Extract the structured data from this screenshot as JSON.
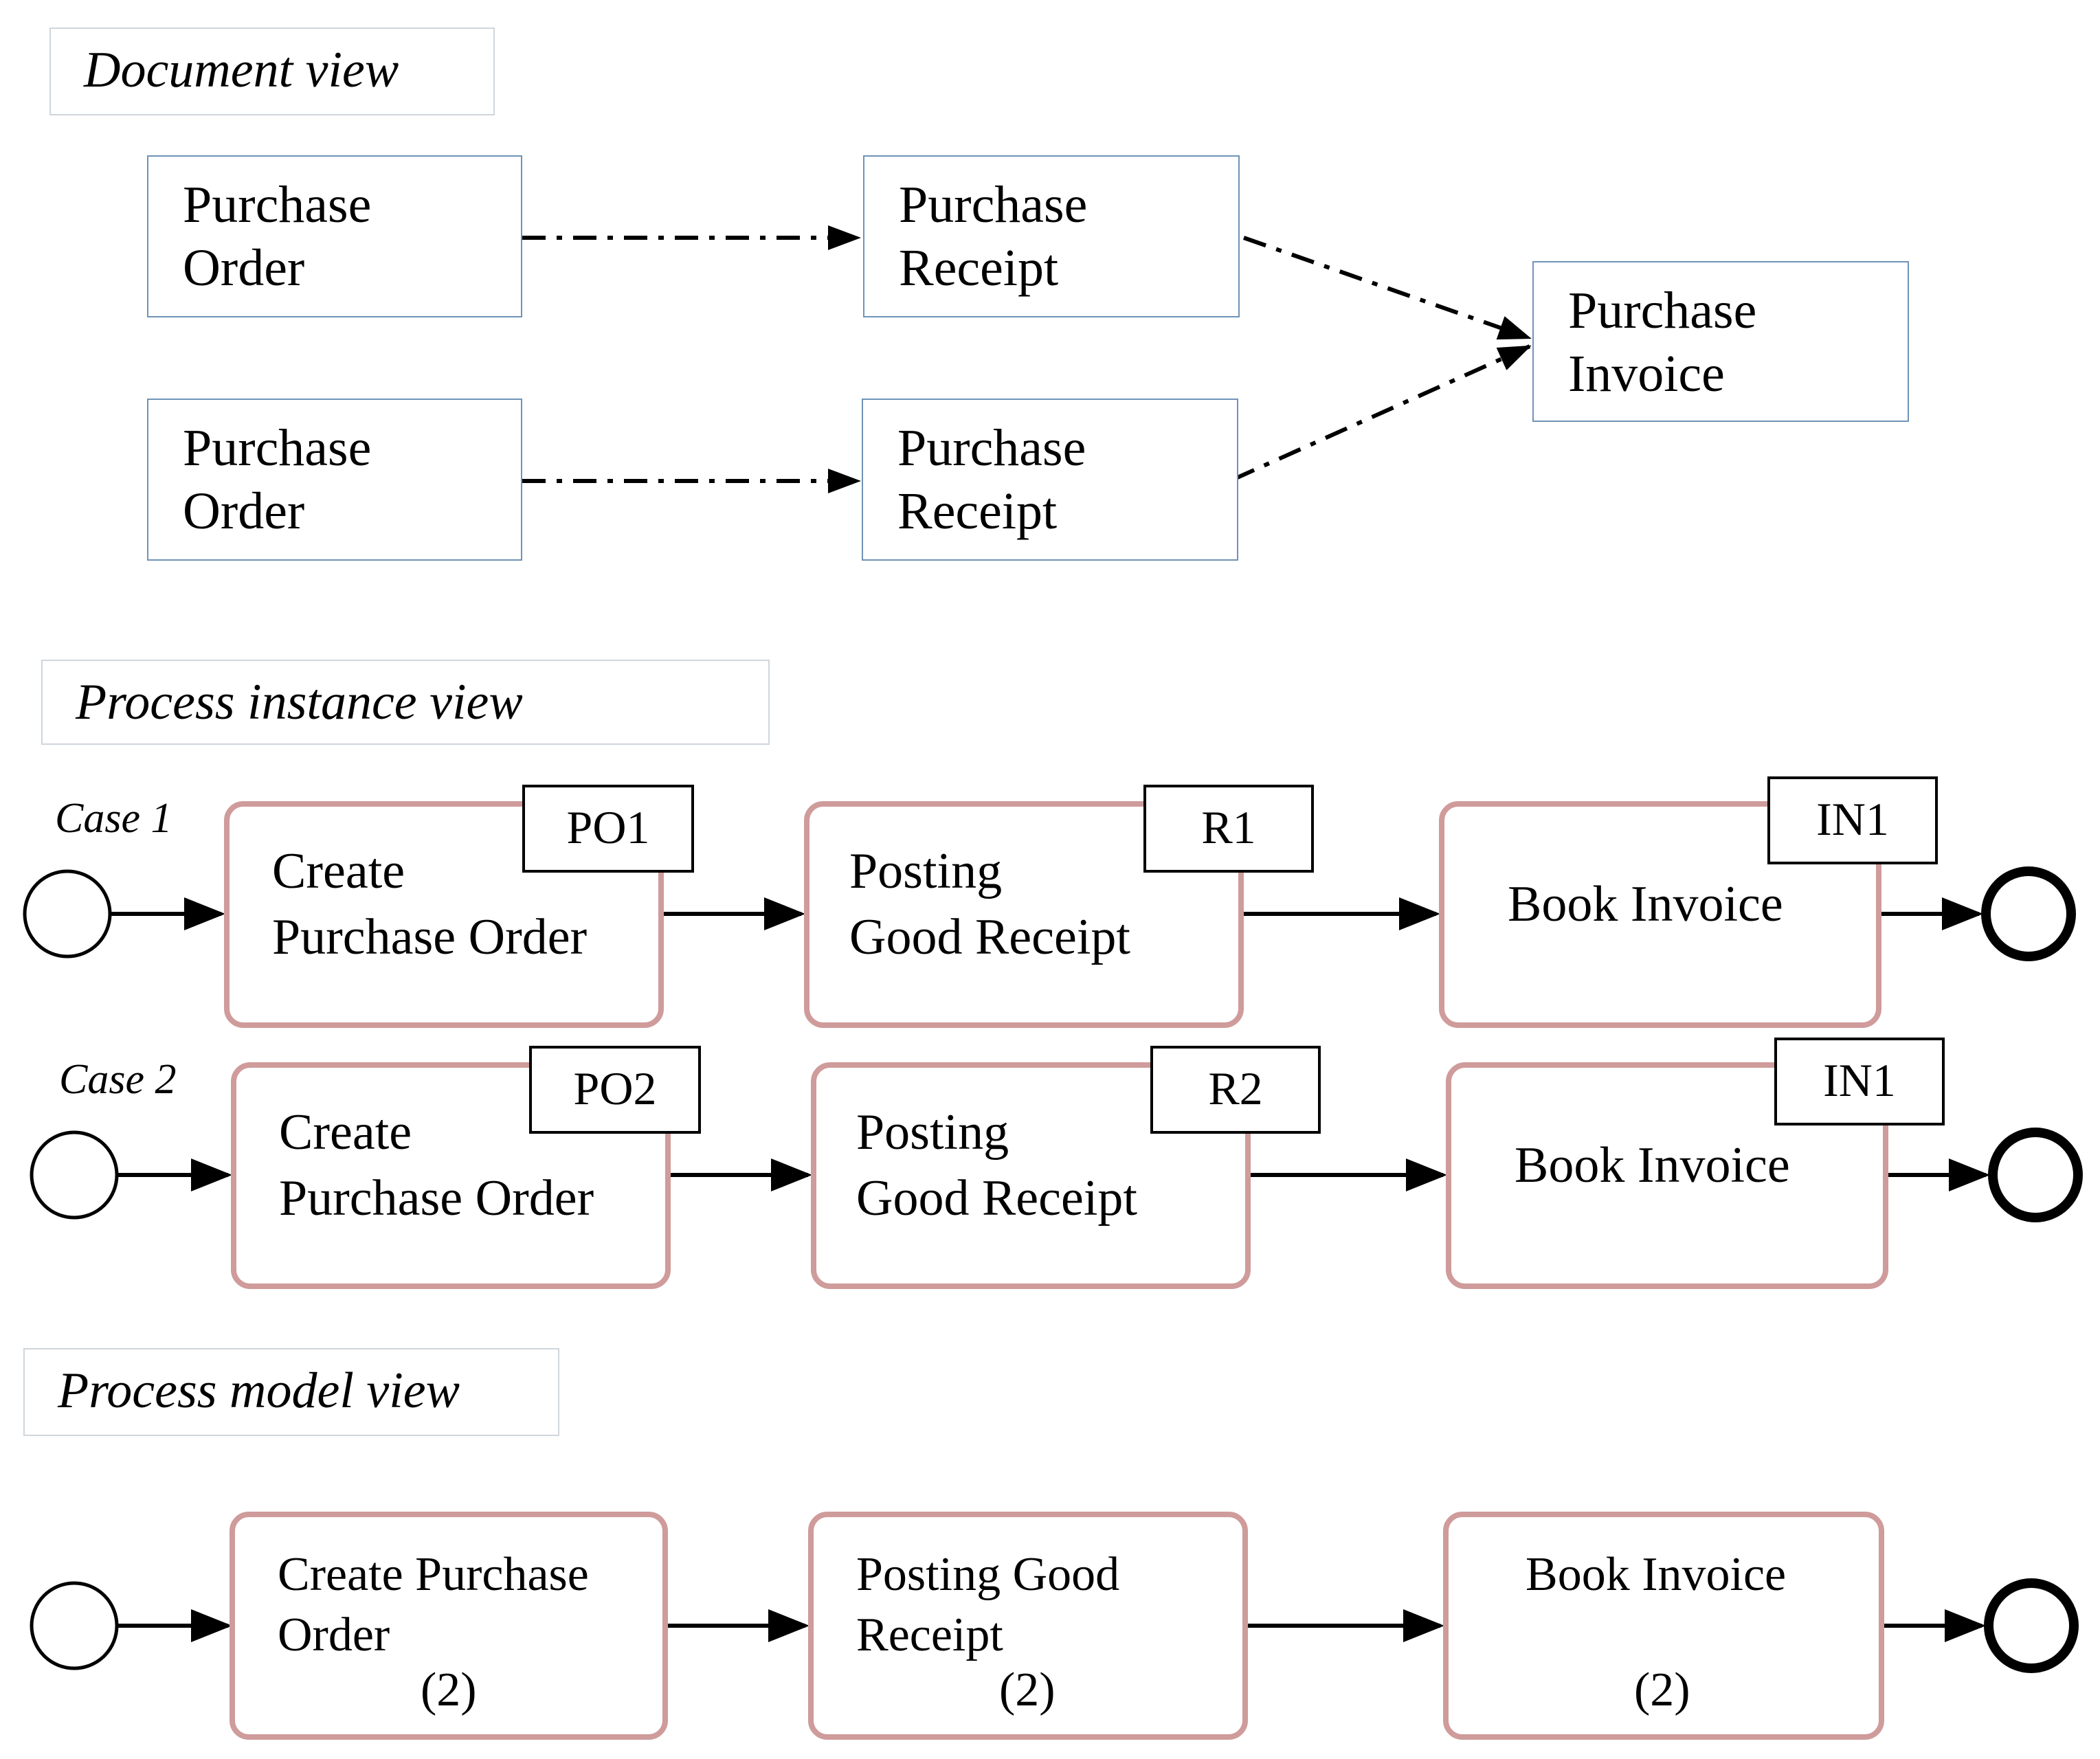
{
  "document_view": {
    "label": "Document view",
    "row1": {
      "order": [
        "Purchase",
        "Order"
      ],
      "receipt": [
        "Purchase",
        "Receipt"
      ]
    },
    "row2": {
      "order": [
        "Purchase",
        "Order"
      ],
      "receipt": [
        "Purchase",
        "Receipt"
      ]
    },
    "invoice": [
      "Purchase",
      "Invoice"
    ]
  },
  "process_instance_view": {
    "label": "Process instance view",
    "cases": [
      {
        "label": "Case 1",
        "activities": [
          {
            "lines": [
              "Create",
              "Purchase Order"
            ],
            "tag": "PO1"
          },
          {
            "lines": [
              "Posting",
              "Good Receipt"
            ],
            "tag": "R1"
          },
          {
            "lines": [
              "Book Invoice"
            ],
            "tag": "IN1"
          }
        ]
      },
      {
        "label": "Case 2",
        "activities": [
          {
            "lines": [
              "Create",
              "Purchase Order"
            ],
            "tag": "PO2"
          },
          {
            "lines": [
              "Posting",
              "Good Receipt"
            ],
            "tag": "R2"
          },
          {
            "lines": [
              "Book Invoice"
            ],
            "tag": "IN1"
          }
        ]
      }
    ]
  },
  "process_model_view": {
    "label": "Process model view",
    "activities": [
      {
        "lines": [
          "Create Purchase",
          "Order"
        ],
        "count": "(2)"
      },
      {
        "lines": [
          "Posting Good",
          "Receipt"
        ],
        "count": "(2)"
      },
      {
        "lines": [
          "Book Invoice"
        ],
        "count": "(2)"
      }
    ]
  },
  "colors": {
    "document_border": "#6f93b7",
    "activity_border": "#cf9b9b",
    "label_border": "#cfd6dc",
    "line": "#000000"
  }
}
